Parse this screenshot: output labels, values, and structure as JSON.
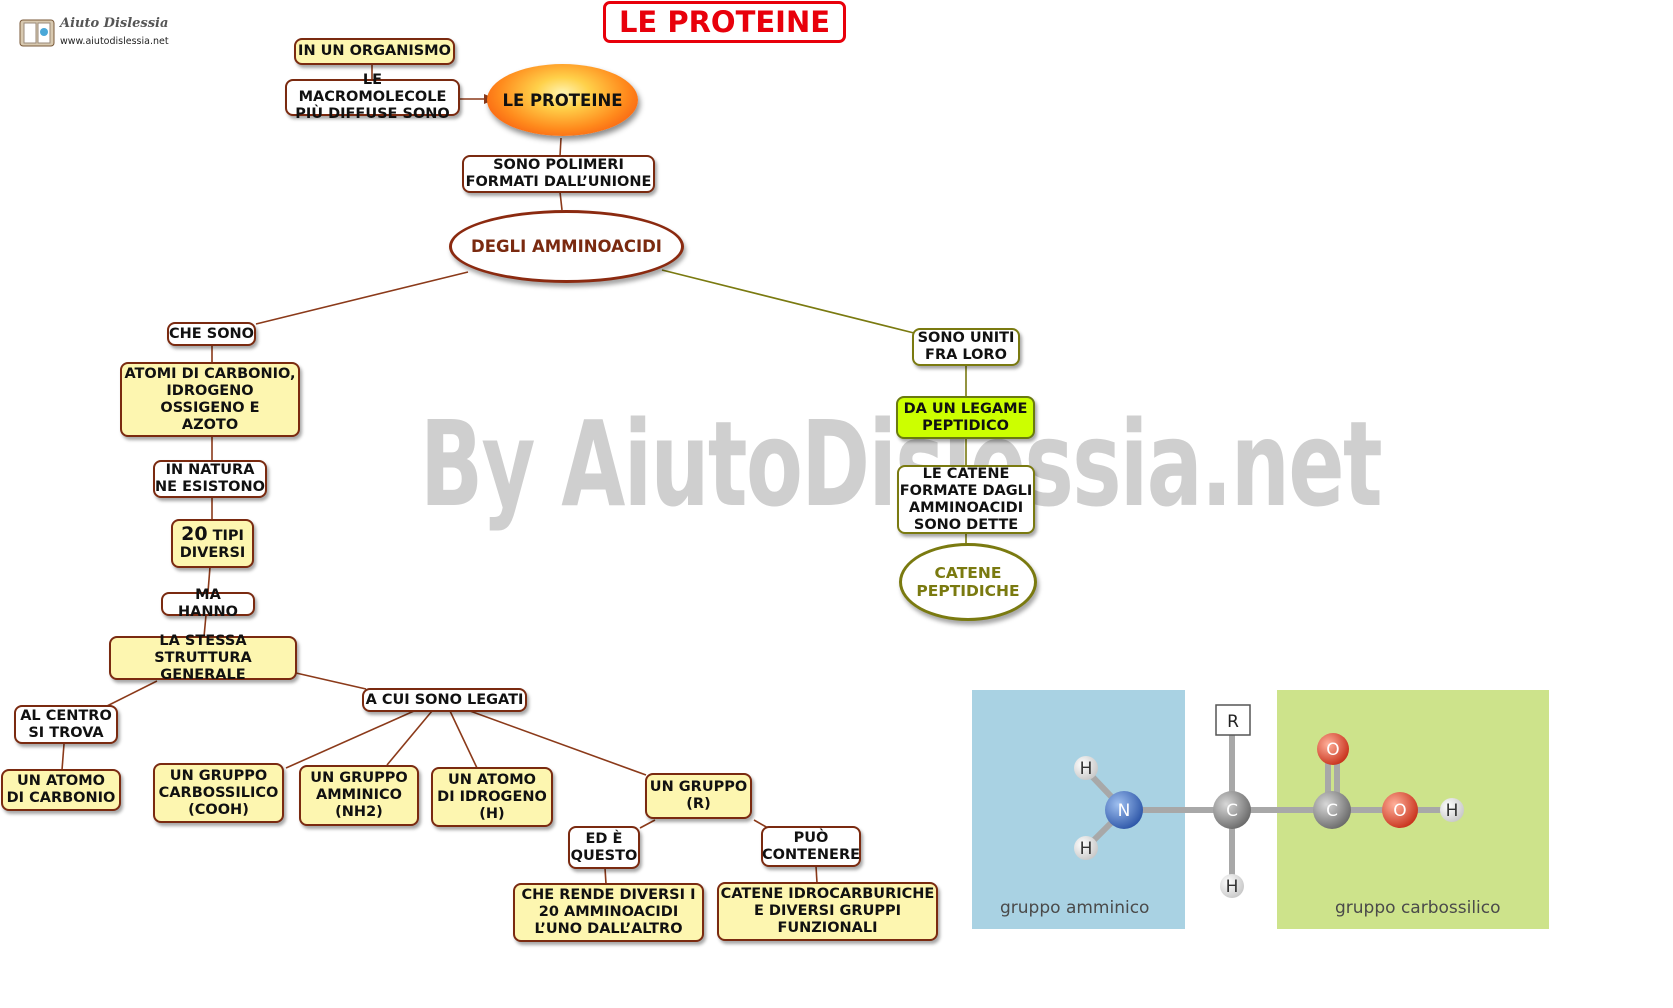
{
  "logo": {
    "name": "Aiuto Dislessia",
    "url": "www.aiutodislessia.net"
  },
  "title": "LE PROTEINE",
  "watermark": "By AiutoDislessia.net",
  "nodes": {
    "organismo": "IN UN ORGANISMO",
    "macromolecole": "LE MACROMOLECOLE\nPIÙ DIFFUSE SONO",
    "proteine": "LE PROTEINE",
    "polimeri": "SONO  POLIMERI\nFORMATI  DALL’UNIONE",
    "amminoacidi": "DEGLI  AMMINOACIDI",
    "che_sono": "CHE SONO",
    "atomi": "ATOMI DI CARBONIO,\nIDROGENO\nOSSIGENO E\nAZOTO",
    "in_natura": "IN NATURA\nNE ESISTONO",
    "venti_num": "20",
    "venti_text": " TIPI\nDIVERSI",
    "ma_hanno": "MA HANNO",
    "stessa": "LA STESSA\nSTRUTTURA GENERALE",
    "al_centro": "AL CENTRO\nSI TROVA",
    "atomo_carbonio": "UN ATOMO\nDI CARBONIO",
    "a_cui": "A CUI SONO LEGATI",
    "carbossilico": "UN  GRUPPO\nCARBOSSILICO\n(COOH)",
    "amminico": "UN  GRUPPO\nAMMINICO\n(NH2)",
    "idrogeno": "UN ATOMO\nDI IDROGENO\n(H)",
    "gruppo_r": "UN GRUPPO\n(R)",
    "ed_e": "ED È\nQUESTO",
    "puo": "PUÒ\nCONTENERE",
    "rende": "CHE RENDE DIVERSI I\n20 AMMINOACIDI\nL’UNO DALL’ALTRO",
    "catene_idro": "CATENE IDROCARBURICHE\nE DIVERSI GRUPPI\nFUNZIONALI",
    "uniti": "SONO UNITI\nFRA LORO",
    "legame": "DA UN  LEGAME\nPEPTIDICO",
    "catene_formate": "LE CATENE\nFORMATE DAGLI\nAMMINOACIDI\nSONO DETTE",
    "peptidiche": "CATENE\nPEPTIDICHE"
  },
  "molecule": {
    "amino_label": "gruppo amminico",
    "carboxyl_label": "gruppo carbossilico",
    "atoms": {
      "N": "N",
      "C": "C",
      "O": "O",
      "H": "H",
      "R": "R"
    },
    "colors": {
      "amino_bg": "#a9d2e3",
      "carboxyl_bg": "#cde38b",
      "nitrogen": "#3d6fc4",
      "oxygen": "#e2452b",
      "carbon": "#8a8a8a",
      "hydrogen": "#e6e6e6"
    }
  },
  "colors": {
    "title_red": "#e8000b",
    "node_border": "#7a2a10",
    "node_yellow": "#fdf6b0",
    "lime": "#ccff00",
    "olive": "#7a7a10"
  }
}
